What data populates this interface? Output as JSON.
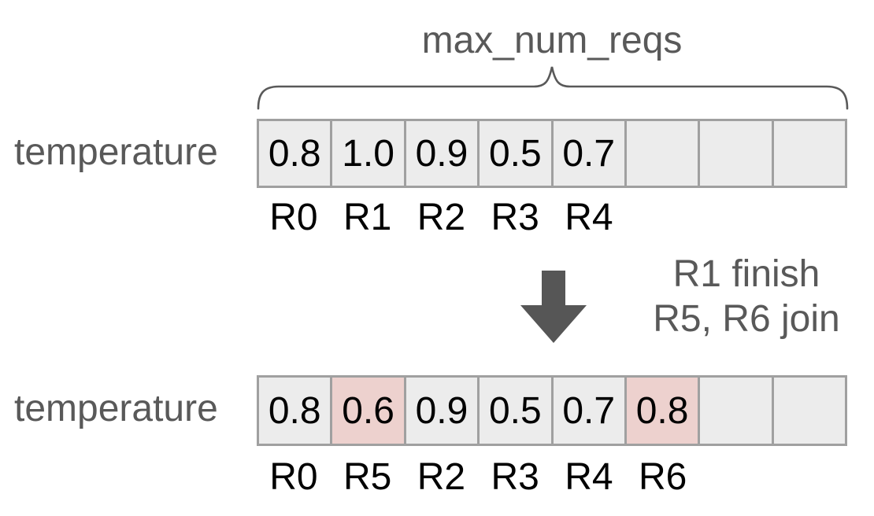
{
  "title": {
    "brace_label": "max_num_reqs"
  },
  "colors": {
    "gray_text": "#595959",
    "cell_background": "#ececec",
    "cell_border": "#a0a0a0",
    "highlight_background": "#edd1ce",
    "arrow_fill": "#565656",
    "value_text": "#000000"
  },
  "states": {
    "before": {
      "row_label": "temperature",
      "cells": [
        {
          "value": "0.8",
          "highlight": false
        },
        {
          "value": "1.0",
          "highlight": false
        },
        {
          "value": "0.9",
          "highlight": false
        },
        {
          "value": "0.5",
          "highlight": false
        },
        {
          "value": "0.7",
          "highlight": false
        },
        {
          "value": "",
          "highlight": false
        },
        {
          "value": "",
          "highlight": false
        },
        {
          "value": "",
          "highlight": false
        }
      ],
      "request_labels": [
        "R0",
        "R1",
        "R2",
        "R3",
        "R4",
        "",
        "",
        ""
      ]
    },
    "after": {
      "row_label": "temperature",
      "cells": [
        {
          "value": "0.8",
          "highlight": false
        },
        {
          "value": "0.6",
          "highlight": true
        },
        {
          "value": "0.9",
          "highlight": false
        },
        {
          "value": "0.5",
          "highlight": false
        },
        {
          "value": "0.7",
          "highlight": false
        },
        {
          "value": "0.8",
          "highlight": true
        },
        {
          "value": "",
          "highlight": false
        },
        {
          "value": "",
          "highlight": false
        }
      ],
      "request_labels": [
        "R0",
        "R5",
        "R2",
        "R3",
        "R4",
        "R6",
        "",
        ""
      ]
    }
  },
  "transition": {
    "arrow_icon": "down-arrow",
    "caption_lines": [
      "R1 finish",
      "R5, R6 join"
    ]
  }
}
